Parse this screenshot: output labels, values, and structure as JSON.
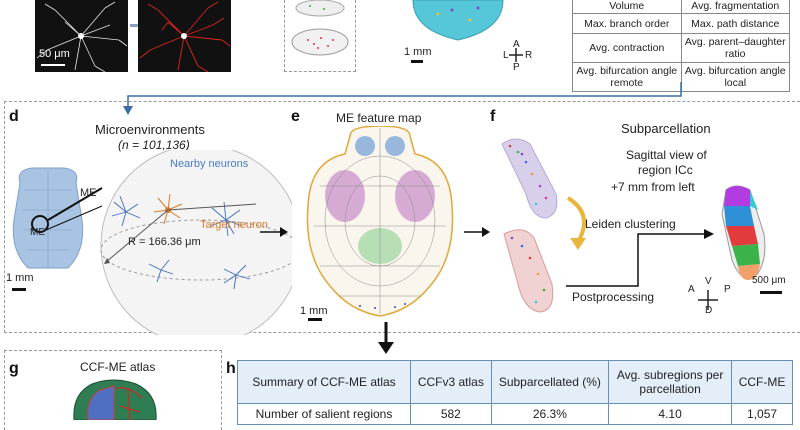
{
  "panels": {
    "d": "d",
    "e": "e",
    "f": "f",
    "g": "g",
    "h": "h"
  },
  "panel_top": {
    "scale_label": "50 μm",
    "brain_scale": "1 mm",
    "orientation": {
      "a": "A",
      "l": "L",
      "r": "R",
      "p": "P"
    }
  },
  "feature_table": {
    "rows": [
      [
        "Volume",
        "Avg. fragmentation"
      ],
      [
        "Max. branch order",
        "Max. path distance"
      ],
      [
        "Avg. contraction",
        "Avg. parent–daughter ratio"
      ],
      [
        "Avg. bifurcation angle remote",
        "Avg. bifurcation angle local"
      ]
    ]
  },
  "panel_d": {
    "title": "Microenvironments",
    "n_label": "(n = 101,136)",
    "nearby": "Nearby neurons",
    "target": "Target neuron",
    "me_outer": "ME",
    "me_inner": "ME",
    "radius": "R = 166.36 μm",
    "scale": "1 mm"
  },
  "panel_e": {
    "title": "ME feature map",
    "scale": "1 mm"
  },
  "panel_f": {
    "title": "Subparcellation",
    "view_line1": "Sagittal view of",
    "view_line2": "region ICc",
    "view_line3": "+7 mm from left",
    "leiden": "Leiden clustering",
    "post": "Postprocessing",
    "scale": "500 μm",
    "orientation": {
      "v": "V",
      "a": "A",
      "p": "P",
      "d": "D"
    }
  },
  "panel_g": {
    "title": "CCF-ME atlas"
  },
  "summary_table": {
    "header": [
      "Summary of CCF-ME atlas",
      "CCFv3 atlas",
      "Subparcellated (%)",
      "Avg. subregions per parcellation",
      "CCF-ME"
    ],
    "row1": [
      "Number of salient regions",
      "582",
      "26.3%",
      "4.10",
      "1,057"
    ]
  },
  "colors": {
    "arrow_blue": "#3b6ea5",
    "nearby_blue": "#4a7cc7",
    "target_orange": "#d97a2b",
    "table_header": "#e3eef9"
  }
}
